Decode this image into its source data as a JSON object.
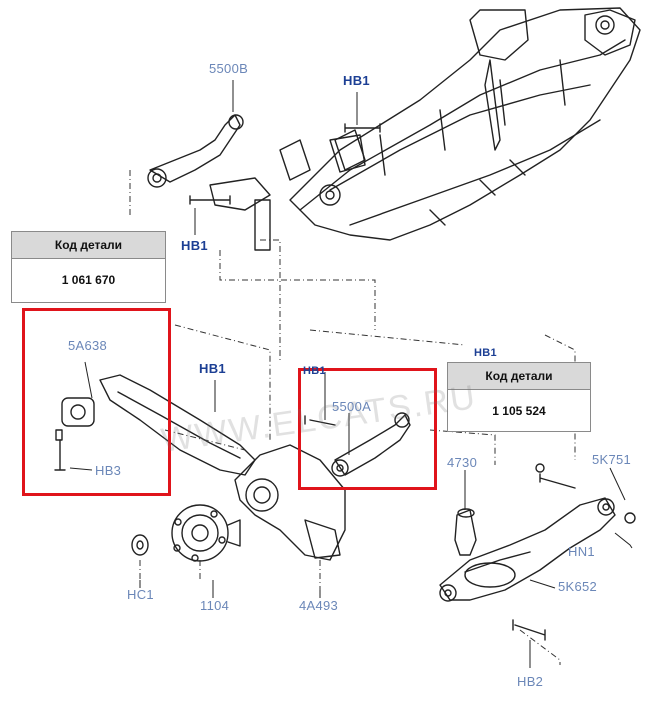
{
  "tables": [
    {
      "header": "Код детали",
      "value": "1 061 670"
    },
    {
      "header": "Код детали",
      "value": "1 105 524"
    }
  ],
  "callouts": {
    "c_5500B": "5500B",
    "c_HB1_top": "HB1",
    "c_HB1_left": "HB1",
    "c_HB1_mid": "HB1",
    "c_HB1_small": "HB1",
    "c_HB1_right": "HB1",
    "c_5A638": "5A638",
    "c_HB3": "HB3",
    "c_5500A": "5500A",
    "c_4730": "4730",
    "c_5K751": "5K751",
    "c_HN1": "HN1",
    "c_5K652": "5K652",
    "c_HB2": "HB2",
    "c_HC1": "HC1",
    "c_1104": "1104",
    "c_4A493": "4A493"
  },
  "watermark": "WWW.ELCATS.RU",
  "colors": {
    "highlight": "#e0141b",
    "callout_dark": "#1c3f94",
    "callout_light": "#6b87b8",
    "line": "#222222"
  }
}
